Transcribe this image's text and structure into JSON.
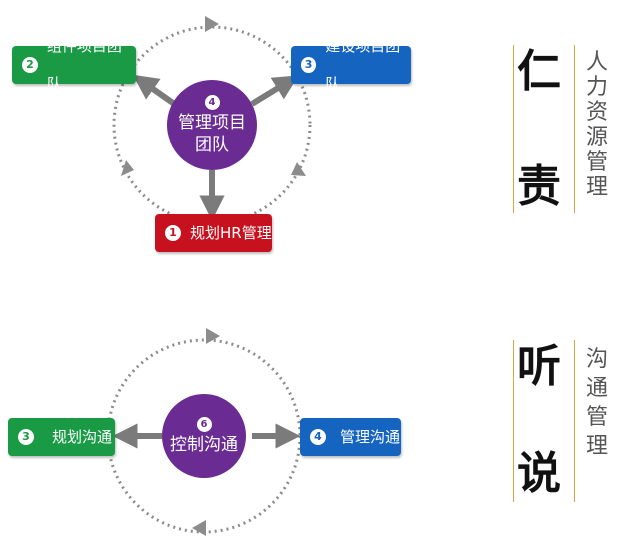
{
  "colors": {
    "green": "#1a9a45",
    "blue": "#1565c0",
    "red": "#c8111f",
    "purple": "#6a2c92",
    "arrow": "#7b7b7b",
    "ring": "#8c8c8c",
    "divider": "#d9a347"
  },
  "diagram_top": {
    "hub": {
      "number": "4",
      "label_line1": "管理项目",
      "label_line2": "团队"
    },
    "nodes": [
      {
        "number": "2",
        "label": "组件项目团队"
      },
      {
        "number": "3",
        "label": "建设项目团队"
      },
      {
        "number": "1",
        "label": "规划HR管理"
      }
    ]
  },
  "diagram_bottom": {
    "hub": {
      "number": "6",
      "label": "控制沟通"
    },
    "nodes": [
      {
        "number": "3",
        "label": "规划沟通"
      },
      {
        "number": "4",
        "label": "管理沟通"
      }
    ]
  },
  "side_top": {
    "char1": "仁",
    "char2": "责",
    "vertical_text": "人力资源管理"
  },
  "side_bottom": {
    "char1": "听",
    "char2": "说",
    "vertical_text": "沟通管理"
  }
}
